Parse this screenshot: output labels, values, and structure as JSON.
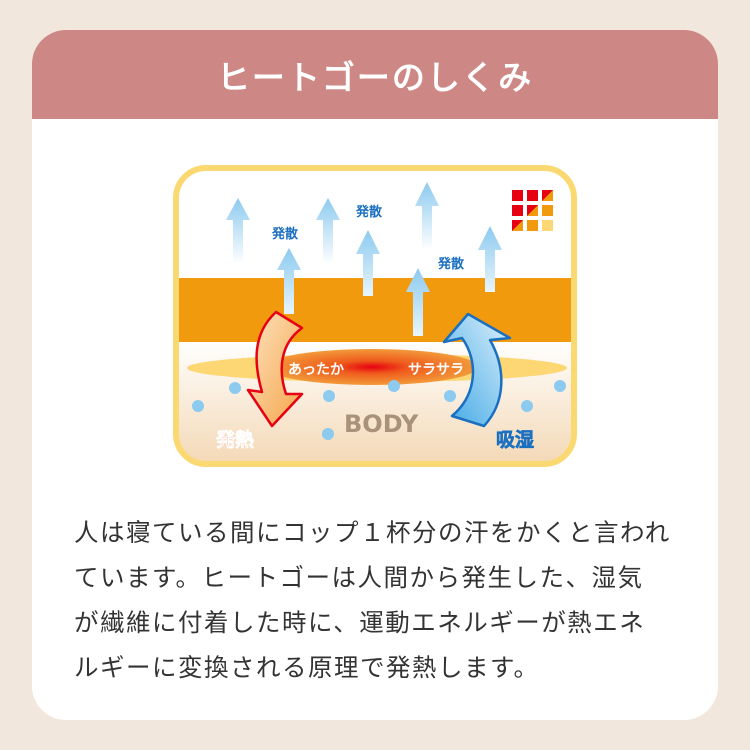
{
  "header": {
    "title": "ヒートゴーのしくみ"
  },
  "diagram": {
    "labels": {
      "dissipate": "発散",
      "warm": "あったか",
      "dry": "サラサラ",
      "body": "BODY",
      "heat_generation": "発熱",
      "moisture_absorption": "吸湿"
    },
    "colors": {
      "frame": "#fbd972",
      "fabric_band": "#f19a0d",
      "arrow_blue": "#8ccaef",
      "label_blue": "#1a6fc0",
      "label_red": "#d9121c",
      "body_text": "#a9917a"
    }
  },
  "description": {
    "lines": [
      "人は寝ている間にコップ１杯分の汗をかくと言われ",
      "ています。ヒートゴーは人間から発生した、湿気",
      "が繊維に付着した時に、運動エネルギーが熱エネ",
      "ルギーに変換される原理で発熱します。"
    ]
  }
}
